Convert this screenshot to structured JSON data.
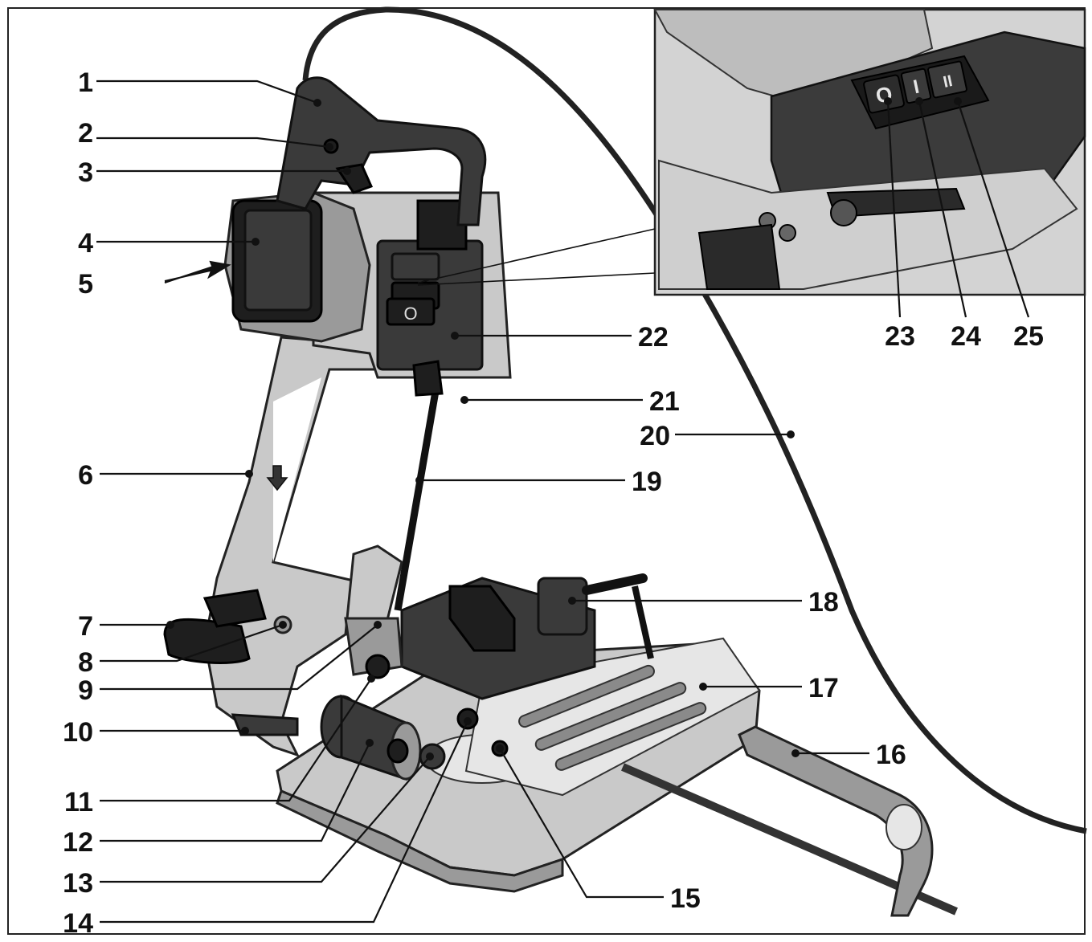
{
  "callouts": [
    {
      "id": "1",
      "label": "1"
    },
    {
      "id": "2",
      "label": "2"
    },
    {
      "id": "3",
      "label": "3"
    },
    {
      "id": "4",
      "label": "4"
    },
    {
      "id": "5",
      "label": "5"
    },
    {
      "id": "6",
      "label": "6"
    },
    {
      "id": "7",
      "label": "7"
    },
    {
      "id": "8",
      "label": "8"
    },
    {
      "id": "9",
      "label": "9"
    },
    {
      "id": "10",
      "label": "10"
    },
    {
      "id": "11",
      "label": "11"
    },
    {
      "id": "12",
      "label": "12"
    },
    {
      "id": "13",
      "label": "13"
    },
    {
      "id": "14",
      "label": "14"
    },
    {
      "id": "15",
      "label": "15"
    },
    {
      "id": "16",
      "label": "16"
    },
    {
      "id": "17",
      "label": "17"
    },
    {
      "id": "18",
      "label": "18"
    },
    {
      "id": "19",
      "label": "19"
    },
    {
      "id": "20",
      "label": "20"
    },
    {
      "id": "21",
      "label": "21"
    },
    {
      "id": "22",
      "label": "22"
    },
    {
      "id": "23",
      "label": "23"
    },
    {
      "id": "24",
      "label": "24"
    },
    {
      "id": "25",
      "label": "25"
    }
  ],
  "switch_symbols": {
    "off": "O",
    "speed1": "I",
    "speed2": "II"
  },
  "icons": [
    "direction-arrow-icon",
    "blade-direction-arrow-icon"
  ]
}
